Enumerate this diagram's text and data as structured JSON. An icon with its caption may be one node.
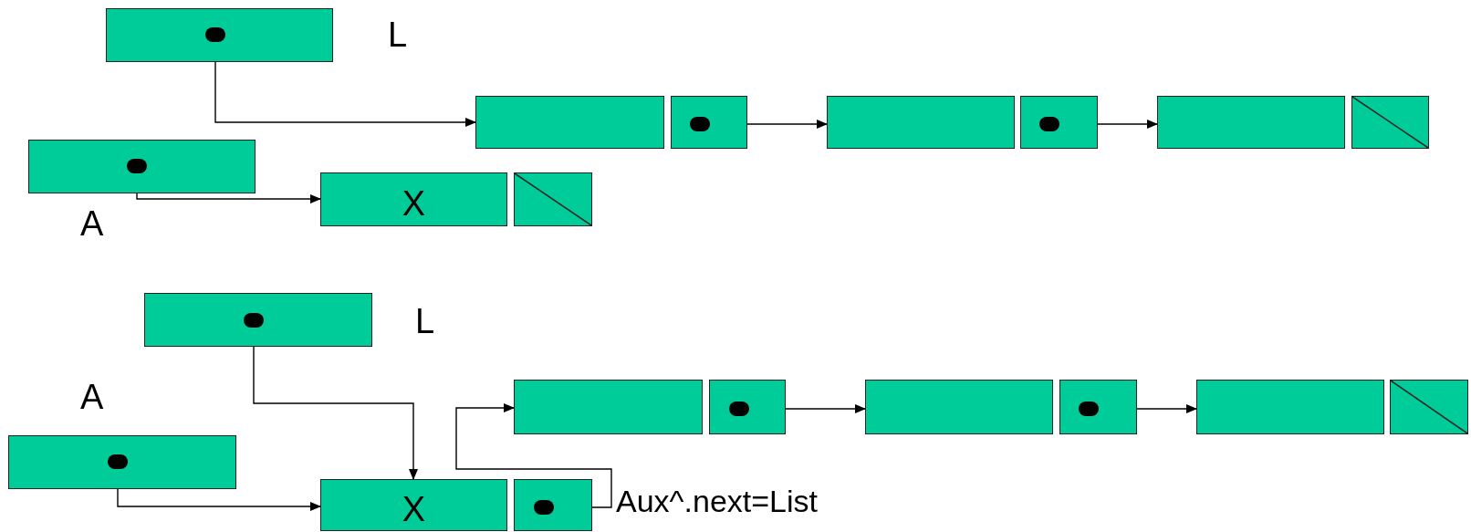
{
  "diagram": {
    "nodes": [
      {
        "text": [],
        "shape": "box",
        "beside": [
          "L"
        ]
      },
      {
        "text": [],
        "shape": "box"
      },
      {
        "text": [],
        "shape": "box"
      },
      {
        "text": [],
        "shape": "box"
      },
      {
        "text": [],
        "shape": "box"
      },
      {
        "text": [],
        "shape": "box"
      },
      {
        "text": [],
        "shape": "box"
      },
      {
        "text": [],
        "shape": "box",
        "beside": [
          "A"
        ]
      },
      {
        "text": [
          "X"
        ]
      },
      {
        "text": [],
        "shape": "box"
      },
      {
        "text": [],
        "shape": "box",
        "beside": [
          "L"
        ]
      },
      {
        "text": [],
        "shape": "box",
        "beside": [
          "A"
        ]
      },
      {
        "text": [
          "X"
        ]
      },
      {
        "text": [],
        "shape": "box"
      },
      {
        "text": [],
        "shape": "box"
      },
      {
        "text": [],
        "shape": "box"
      },
      {
        "text": [],
        "shape": "box"
      },
      {
        "text": [],
        "shape": "box"
      },
      {
        "text": [],
        "shape": "box"
      },
      {
        "text": [],
        "shape": "box"
      }
    ],
    "edges": [
      {
        "from": 0,
        "to": 1,
        "arrow": "to"
      },
      {
        "from": 2,
        "to": 3,
        "arrow": "to"
      },
      {
        "from": 4,
        "to": 5,
        "arrow": "to"
      },
      {
        "from": 7,
        "to": 8,
        "arrow": "to"
      },
      {
        "from": 10,
        "to": 12,
        "arrow": "to"
      },
      {
        "from": 11,
        "to": 12,
        "arrow": "to"
      },
      {
        "from": 13,
        "to": 14,
        "arrow": "to"
      },
      {
        "from": 15,
        "to": 16,
        "arrow": "to"
      },
      {
        "from": 17,
        "to": 18,
        "arrow": "to"
      }
    ],
    "labels": [
      "Aux^.next=List"
    ]
  }
}
